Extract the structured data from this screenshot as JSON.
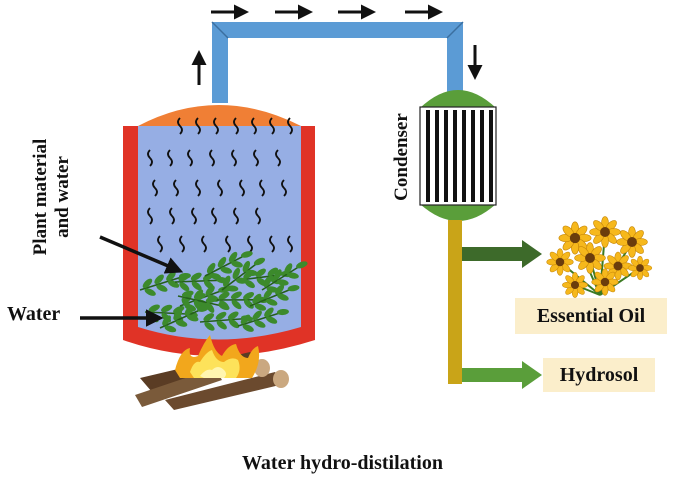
{
  "labels": {
    "plant_material": "Plant material",
    "and_water": "and water",
    "water": "Water",
    "condenser": "Condenser",
    "essential_oil": "Essential Oil",
    "hydrosol": "Hydrosol",
    "caption": "Water hydro-distilation"
  },
  "colors": {
    "vessel_wall": "#e03326",
    "vessel_inside": "#96aee4",
    "dome": "#f07f35",
    "pipe": "#5b9bd5",
    "condenser_cap": "#5a9e3a",
    "drain_pipe": "#c9a418",
    "oil_arrow": "#3d6a2a",
    "hydrosol_arrow": "#5a9e3a",
    "label_box": "#fbeecb",
    "leaf": "#3c8a2c",
    "fire": "#f2a71c"
  },
  "icons": [
    "steam-icon",
    "leaf-icon",
    "fire-icon",
    "firewood-icon",
    "flower-icon",
    "flow-arrow-icon"
  ]
}
